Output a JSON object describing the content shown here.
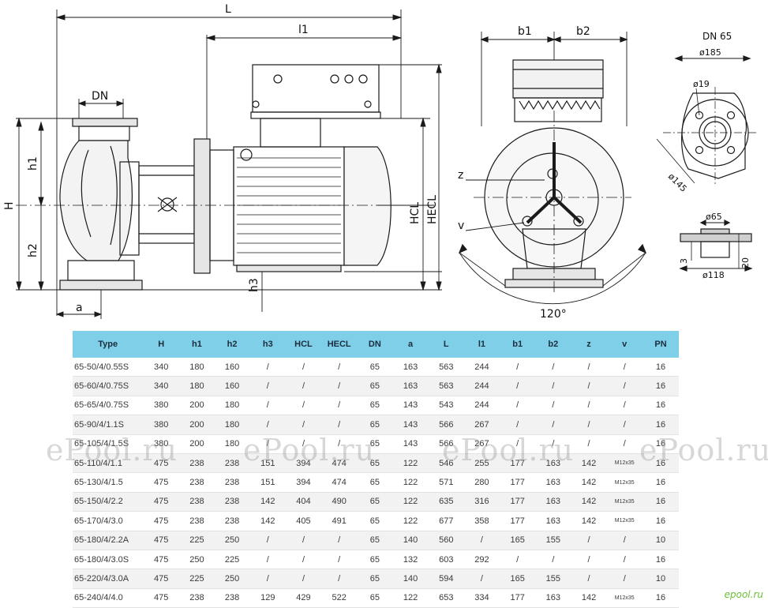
{
  "labels": {
    "L": "L",
    "l1": "l1",
    "DN": "DN",
    "h1": "h1",
    "h2": "h2",
    "H": "H",
    "a": "a",
    "h3": "h3",
    "HCL": "HCL",
    "HECL": "HECL",
    "b1": "b1",
    "b2": "b2",
    "z": "z",
    "v": "v",
    "angle": "120°"
  },
  "flange": {
    "title": "DN 65",
    "d185": "ø185",
    "d19": "ø19",
    "d145": "ø145",
    "d65": "ø65",
    "d118": "ø118",
    "t3": "3",
    "t20": "20"
  },
  "table": {
    "headers": [
      "Type",
      "H",
      "h1",
      "h2",
      "h3",
      "HCL",
      "HECL",
      "DN",
      "a",
      "L",
      "l1",
      "b1",
      "b2",
      "z",
      "v",
      "PN"
    ],
    "rows": [
      [
        "65-50/4/0.55S",
        "340",
        "180",
        "160",
        "/",
        "/",
        "/",
        "65",
        "163",
        "563",
        "244",
        "/",
        "/",
        "/",
        "/",
        "16"
      ],
      [
        "65-60/4/0.75S",
        "340",
        "180",
        "160",
        "/",
        "/",
        "/",
        "65",
        "163",
        "563",
        "244",
        "/",
        "/",
        "/",
        "/",
        "16"
      ],
      [
        "65-65/4/0.75S",
        "380",
        "200",
        "180",
        "/",
        "/",
        "/",
        "65",
        "143",
        "543",
        "244",
        "/",
        "/",
        "/",
        "/",
        "16"
      ],
      [
        "65-90/4/1.1S",
        "380",
        "200",
        "180",
        "/",
        "/",
        "/",
        "65",
        "143",
        "566",
        "267",
        "/",
        "/",
        "/",
        "/",
        "16"
      ],
      [
        "65-105/4/1.5S",
        "380",
        "200",
        "180",
        "/",
        "/",
        "/",
        "65",
        "143",
        "566",
        "267",
        "/",
        "/",
        "/",
        "/",
        "16"
      ],
      [
        "65-110/4/1.1",
        "475",
        "238",
        "238",
        "151",
        "394",
        "474",
        "65",
        "122",
        "546",
        "255",
        "177",
        "163",
        "142",
        "M12x35",
        "16"
      ],
      [
        "65-130/4/1.5",
        "475",
        "238",
        "238",
        "151",
        "394",
        "474",
        "65",
        "122",
        "571",
        "280",
        "177",
        "163",
        "142",
        "M12x35",
        "16"
      ],
      [
        "65-150/4/2.2",
        "475",
        "238",
        "238",
        "142",
        "404",
        "490",
        "65",
        "122",
        "635",
        "316",
        "177",
        "163",
        "142",
        "M12x35",
        "16"
      ],
      [
        "65-170/4/3.0",
        "475",
        "238",
        "238",
        "142",
        "405",
        "491",
        "65",
        "122",
        "677",
        "358",
        "177",
        "163",
        "142",
        "M12x35",
        "16"
      ],
      [
        "65-180/4/2.2A",
        "475",
        "225",
        "250",
        "/",
        "/",
        "/",
        "65",
        "140",
        "560",
        "/",
        "165",
        "155",
        "/",
        "/",
        "10"
      ],
      [
        "65-180/4/3.0S",
        "475",
        "250",
        "225",
        "/",
        "/",
        "/",
        "65",
        "132",
        "603",
        "292",
        "/",
        "/",
        "/",
        "/",
        "16"
      ],
      [
        "65-220/4/3.0A",
        "475",
        "225",
        "250",
        "/",
        "/",
        "/",
        "65",
        "140",
        "594",
        "/",
        "165",
        "155",
        "/",
        "/",
        "10"
      ],
      [
        "65-240/4/4.0",
        "475",
        "238",
        "238",
        "129",
        "429",
        "522",
        "65",
        "122",
        "653",
        "334",
        "177",
        "163",
        "142",
        "M12x35",
        "16"
      ]
    ]
  },
  "watermark": "ePool.ru",
  "brand": "epool.ru",
  "colors": {
    "header": "#7fcfe9",
    "stripe": "#f2f2f2",
    "line": "#1a1a1a"
  }
}
